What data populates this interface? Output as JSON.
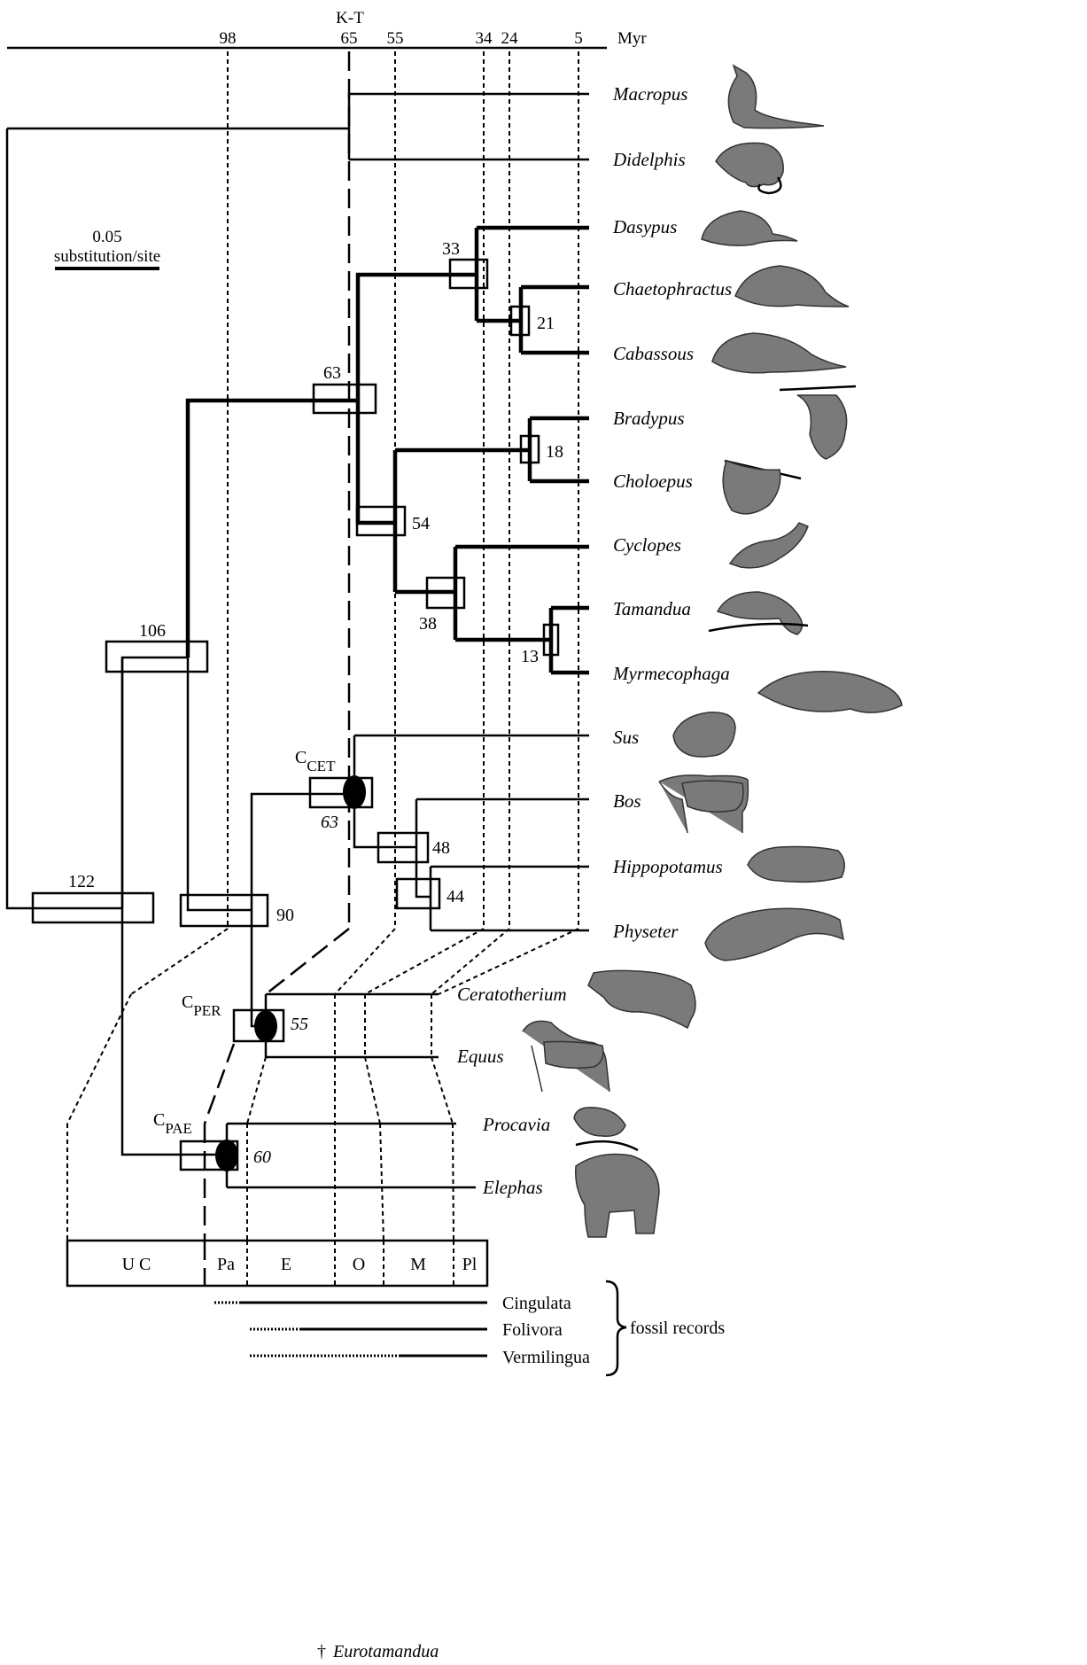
{
  "axis": {
    "event_label": "K-T",
    "ticks": [
      "98",
      "65",
      "55",
      "34",
      "24",
      "5"
    ],
    "unit": "Myr"
  },
  "scale_bar": {
    "value": "0.05",
    "label": "substitution/site"
  },
  "taxa": {
    "macropus": "Macropus",
    "didelphis": "Didelphis",
    "dasypus": "Dasypus",
    "chaetophractus": "Chaetophractus",
    "cabassous": "Cabassous",
    "bradypus": "Bradypus",
    "choloepus": "Choloepus",
    "cyclopes": "Cyclopes",
    "tamandua": "Tamandua",
    "myrmecophaga": "Myrmecophaga",
    "sus": "Sus",
    "bos": "Bos",
    "hippopotamus": "Hippopotamus",
    "physeter": "Physeter",
    "ceratotherium": "Ceratotherium",
    "equus": "Equus",
    "procavia": "Procavia",
    "elephas": "Elephas"
  },
  "node_ages": {
    "n122": "122",
    "n106": "106",
    "n90": "90",
    "n63": "63",
    "n33": "33",
    "n21": "21",
    "n54": "54",
    "n18": "18",
    "n38": "38",
    "n13": "13",
    "n48": "48",
    "n44": "44"
  },
  "calibrations": {
    "cet": {
      "c": "C",
      "sub": "CET",
      "age": "63"
    },
    "per": {
      "c": "C",
      "sub": "PER",
      "age": "55"
    },
    "pae": {
      "c": "C",
      "sub": "PAE",
      "age": "60"
    }
  },
  "periods": [
    "U C",
    "Pa",
    "E",
    "O",
    "M",
    "Pl"
  ],
  "fossil_records": {
    "groups": [
      "Cingulata",
      "Folivora",
      "Vermilingua"
    ],
    "label": "fossil records",
    "footnote_dagger": "†",
    "footnote_taxon": "Eurotamandua"
  }
}
